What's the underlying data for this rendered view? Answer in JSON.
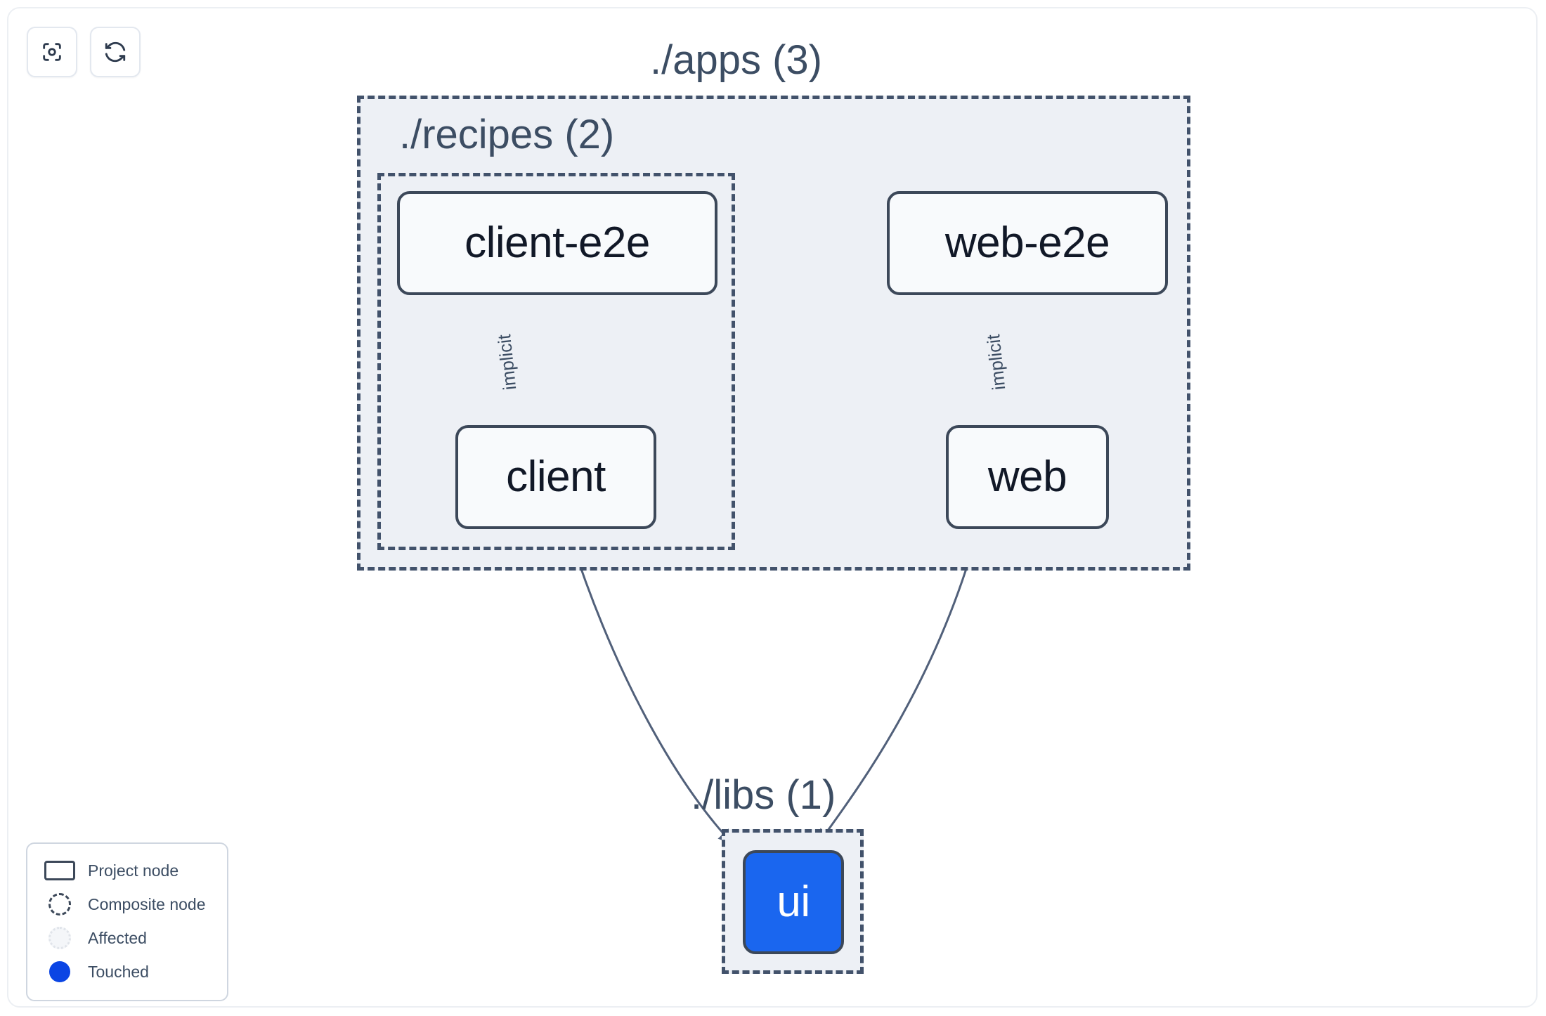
{
  "toolbar": {
    "buttons": [
      {
        "name": "focus-graph-button",
        "icon": "focus-target-icon",
        "title": "Focus graph"
      },
      {
        "name": "refresh-graph-button",
        "icon": "refresh-icon",
        "title": "Refresh graph"
      }
    ]
  },
  "graph": {
    "groups": [
      {
        "id": "apps",
        "label": "./apps (3)",
        "count": 3
      },
      {
        "id": "recipes",
        "label": "./recipes (2)",
        "count": 2
      },
      {
        "id": "libs",
        "label": "./libs (1)",
        "count": 1
      }
    ],
    "nodes": [
      {
        "id": "client-e2e",
        "label": "client-e2e",
        "state": "project",
        "group": "recipes"
      },
      {
        "id": "client",
        "label": "client",
        "state": "project",
        "group": "recipes"
      },
      {
        "id": "web-e2e",
        "label": "web-e2e",
        "state": "project",
        "group": "apps"
      },
      {
        "id": "web",
        "label": "web",
        "state": "project",
        "group": "apps"
      },
      {
        "id": "ui",
        "label": "ui",
        "state": "touched",
        "group": "libs"
      }
    ],
    "edges": [
      {
        "from": "client-e2e",
        "to": "client",
        "label": "implicit"
      },
      {
        "from": "web-e2e",
        "to": "web",
        "label": "implicit"
      },
      {
        "from": "client",
        "to": "ui",
        "label": ""
      },
      {
        "from": "web",
        "to": "ui",
        "label": ""
      }
    ]
  },
  "legend": {
    "items": [
      {
        "swatch": "project",
        "label": "Project node"
      },
      {
        "swatch": "composite",
        "label": "Composite node"
      },
      {
        "swatch": "affected",
        "label": "Affected"
      },
      {
        "swatch": "touched",
        "label": "Touched"
      }
    ]
  },
  "colors": {
    "touched": "#1a66ef",
    "node_border": "#3c4859",
    "group_border": "#42526b",
    "group_fill": "#edf0f5",
    "edge": "#46556b",
    "text": "#3c4d63"
  }
}
